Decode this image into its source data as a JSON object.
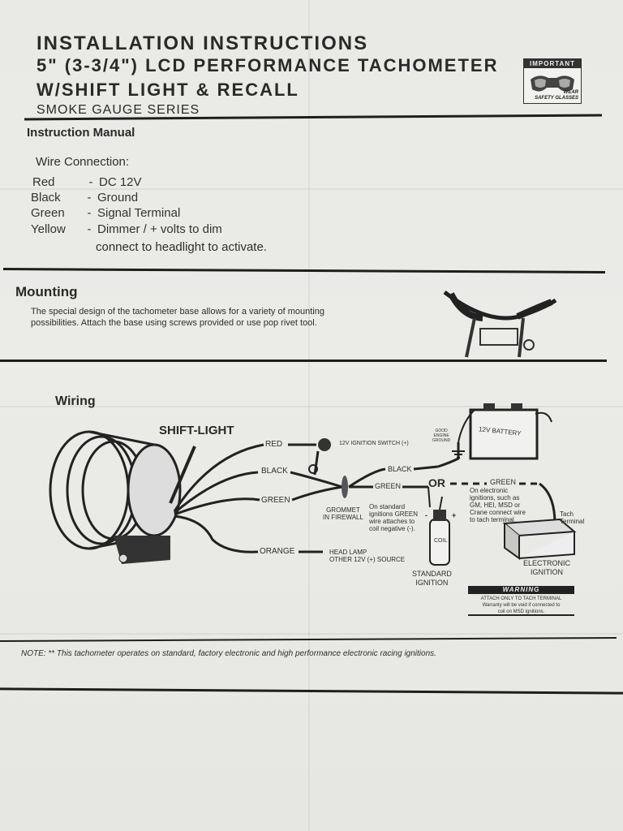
{
  "header": {
    "line1": "INSTALLATION INSTRUCTIONS",
    "line2": "5\" (3-3/4\") LCD PERFORMANCE TACHOMETER",
    "line3": "W/SHIFT LIGHT & RECALL",
    "line4": "SMOKE GAUGE SERIES"
  },
  "badge": {
    "top": "IMPORTANT",
    "bottom_1": "WEAR",
    "bottom_2": "SAFETY GLASSES"
  },
  "manual": {
    "heading": "Instruction Manual",
    "wire_connection_label": "Wire Connection:",
    "wires": [
      {
        "color": "Red",
        "dash": "-",
        "desc": "DC 12V"
      },
      {
        "color": "Black",
        "dash": "-",
        "desc": "Ground"
      },
      {
        "color": "Green",
        "dash": "-",
        "desc": "Signal Terminal"
      },
      {
        "color": "Yellow",
        "dash": "-",
        "desc": "Dimmer / + volts to dim"
      }
    ],
    "yellow_cont": "connect to headlight to activate."
  },
  "mounting": {
    "heading": "Mounting",
    "text_1": "The special design of the tachometer base allows for a variety of mounting",
    "text_2": "possibilities. Attach the base using screws provided or use pop rivet tool."
  },
  "wiring": {
    "heading": "Wiring",
    "shift_light": "SHIFT-LIGHT",
    "red": "RED",
    "black": "BLACK",
    "green": "GREEN",
    "orange": "ORANGE",
    "ignition_switch": "12V IGNITION SWITCH (+)",
    "good_ground_1": "GOOD",
    "good_ground_2": "ENGINE",
    "good_ground_3": "GROUND",
    "battery": "12V BATTERY",
    "black2": "BLACK",
    "green2": "GREEN",
    "or": "OR",
    "green3": "GREEN",
    "grommet_1": "GROMMET",
    "grommet_2": "IN FIREWALL",
    "standard_note_1": "On standard",
    "standard_note_2": "ignitions GREEN",
    "standard_note_3": "wire attaches to",
    "standard_note_4": "coil negative (-).",
    "coil": "COIL",
    "coil_plus": "+",
    "coil_minus": "-",
    "electronic_note_1": "On electronic",
    "electronic_note_2": "ignitions, such as",
    "electronic_note_3": "GM, HEI, MSD or",
    "electronic_note_4": "Crane connect wire",
    "electronic_note_5": "to tach terminal.",
    "tach_terminal_1": "Tach",
    "tach_terminal_2": "Terminal",
    "head_lamp_1": "HEAD LAMP",
    "head_lamp_2": "OTHER 12V (+) SOURCE",
    "standard_ignition_1": "STANDARD",
    "standard_ignition_2": "IGNITION",
    "electronic_ignition_1": "ELECTRONIC",
    "electronic_ignition_2": "IGNITION",
    "warning": "WARNING",
    "warning_text_1": "ATTACH ONLY TO TACH TERMINAL",
    "warning_text_2": "Warranty will be void if connected to",
    "warning_text_3": "coil on MSD ignitions."
  },
  "note": "NOTE: ** This tachometer operates on standard, factory electronic and high performance electronic racing ignitions."
}
